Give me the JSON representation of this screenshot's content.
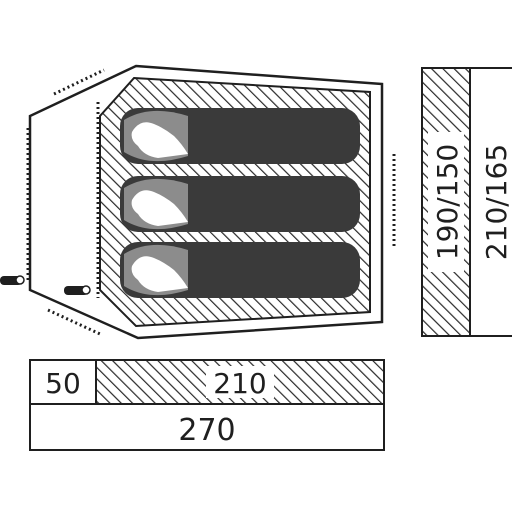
{
  "diagram": {
    "subject": "tent floor plan with three sleeping bags",
    "dimensions": {
      "vestibule_depth": "50",
      "inner_length": "210",
      "total_length": "270",
      "inner_width": "190/150",
      "outer_width": "210/165"
    },
    "sleeping_bags": [
      {
        "label": ""
      },
      {
        "label": ""
      },
      {
        "label": ""
      }
    ],
    "colors": {
      "line": "#1f1f1f",
      "hatch": "#2a2a2a",
      "bag": "#3a3a3a",
      "background": "#ffffff"
    }
  }
}
